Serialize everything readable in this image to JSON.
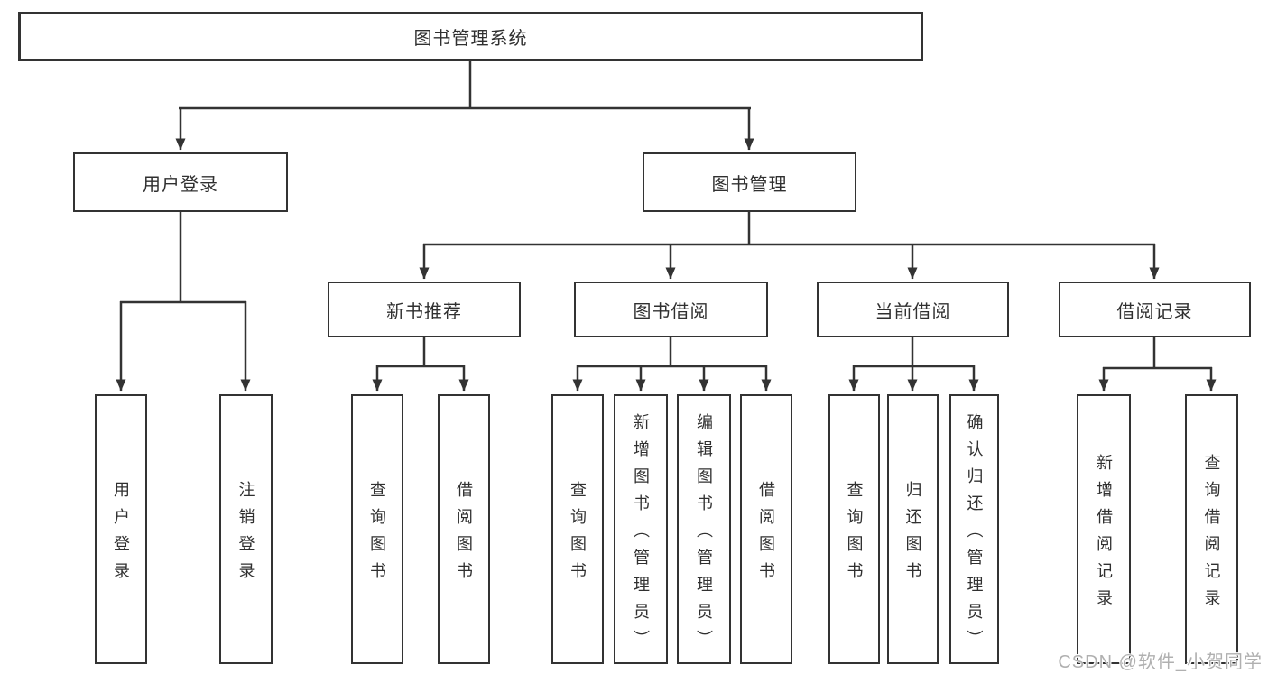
{
  "diagram": {
    "type": "hierarchy-tree",
    "tree": {
      "label": "图书管理系统",
      "children": [
        {
          "label": "用户登录",
          "children": [
            {
              "label": "用户登录"
            },
            {
              "label": "注销登录"
            }
          ]
        },
        {
          "label": "图书管理",
          "children": [
            {
              "label": "新书推荐",
              "children": [
                {
                  "label": "查询图书"
                },
                {
                  "label": "借阅图书"
                }
              ]
            },
            {
              "label": "图书借阅",
              "children": [
                {
                  "label": "查询图书"
                },
                {
                  "label": "新增图书（管理员）"
                },
                {
                  "label": "编辑图书（管理员）"
                },
                {
                  "label": "借阅图书"
                }
              ]
            },
            {
              "label": "当前借阅",
              "children": [
                {
                  "label": "查询图书"
                },
                {
                  "label": "归还图书"
                },
                {
                  "label": "确认归还（管理员）"
                }
              ]
            },
            {
              "label": "借阅记录",
              "children": [
                {
                  "label": "新增借阅记录"
                },
                {
                  "label": "查询借阅记录"
                }
              ]
            }
          ]
        }
      ]
    },
    "colors": {
      "line": "#333333",
      "box_border": "#333333",
      "box_fill": "#ffffff",
      "text": "#303030",
      "watermark": "#b0b0b0"
    }
  },
  "watermark": {
    "text": "CSDN @软件_小贺同学"
  }
}
